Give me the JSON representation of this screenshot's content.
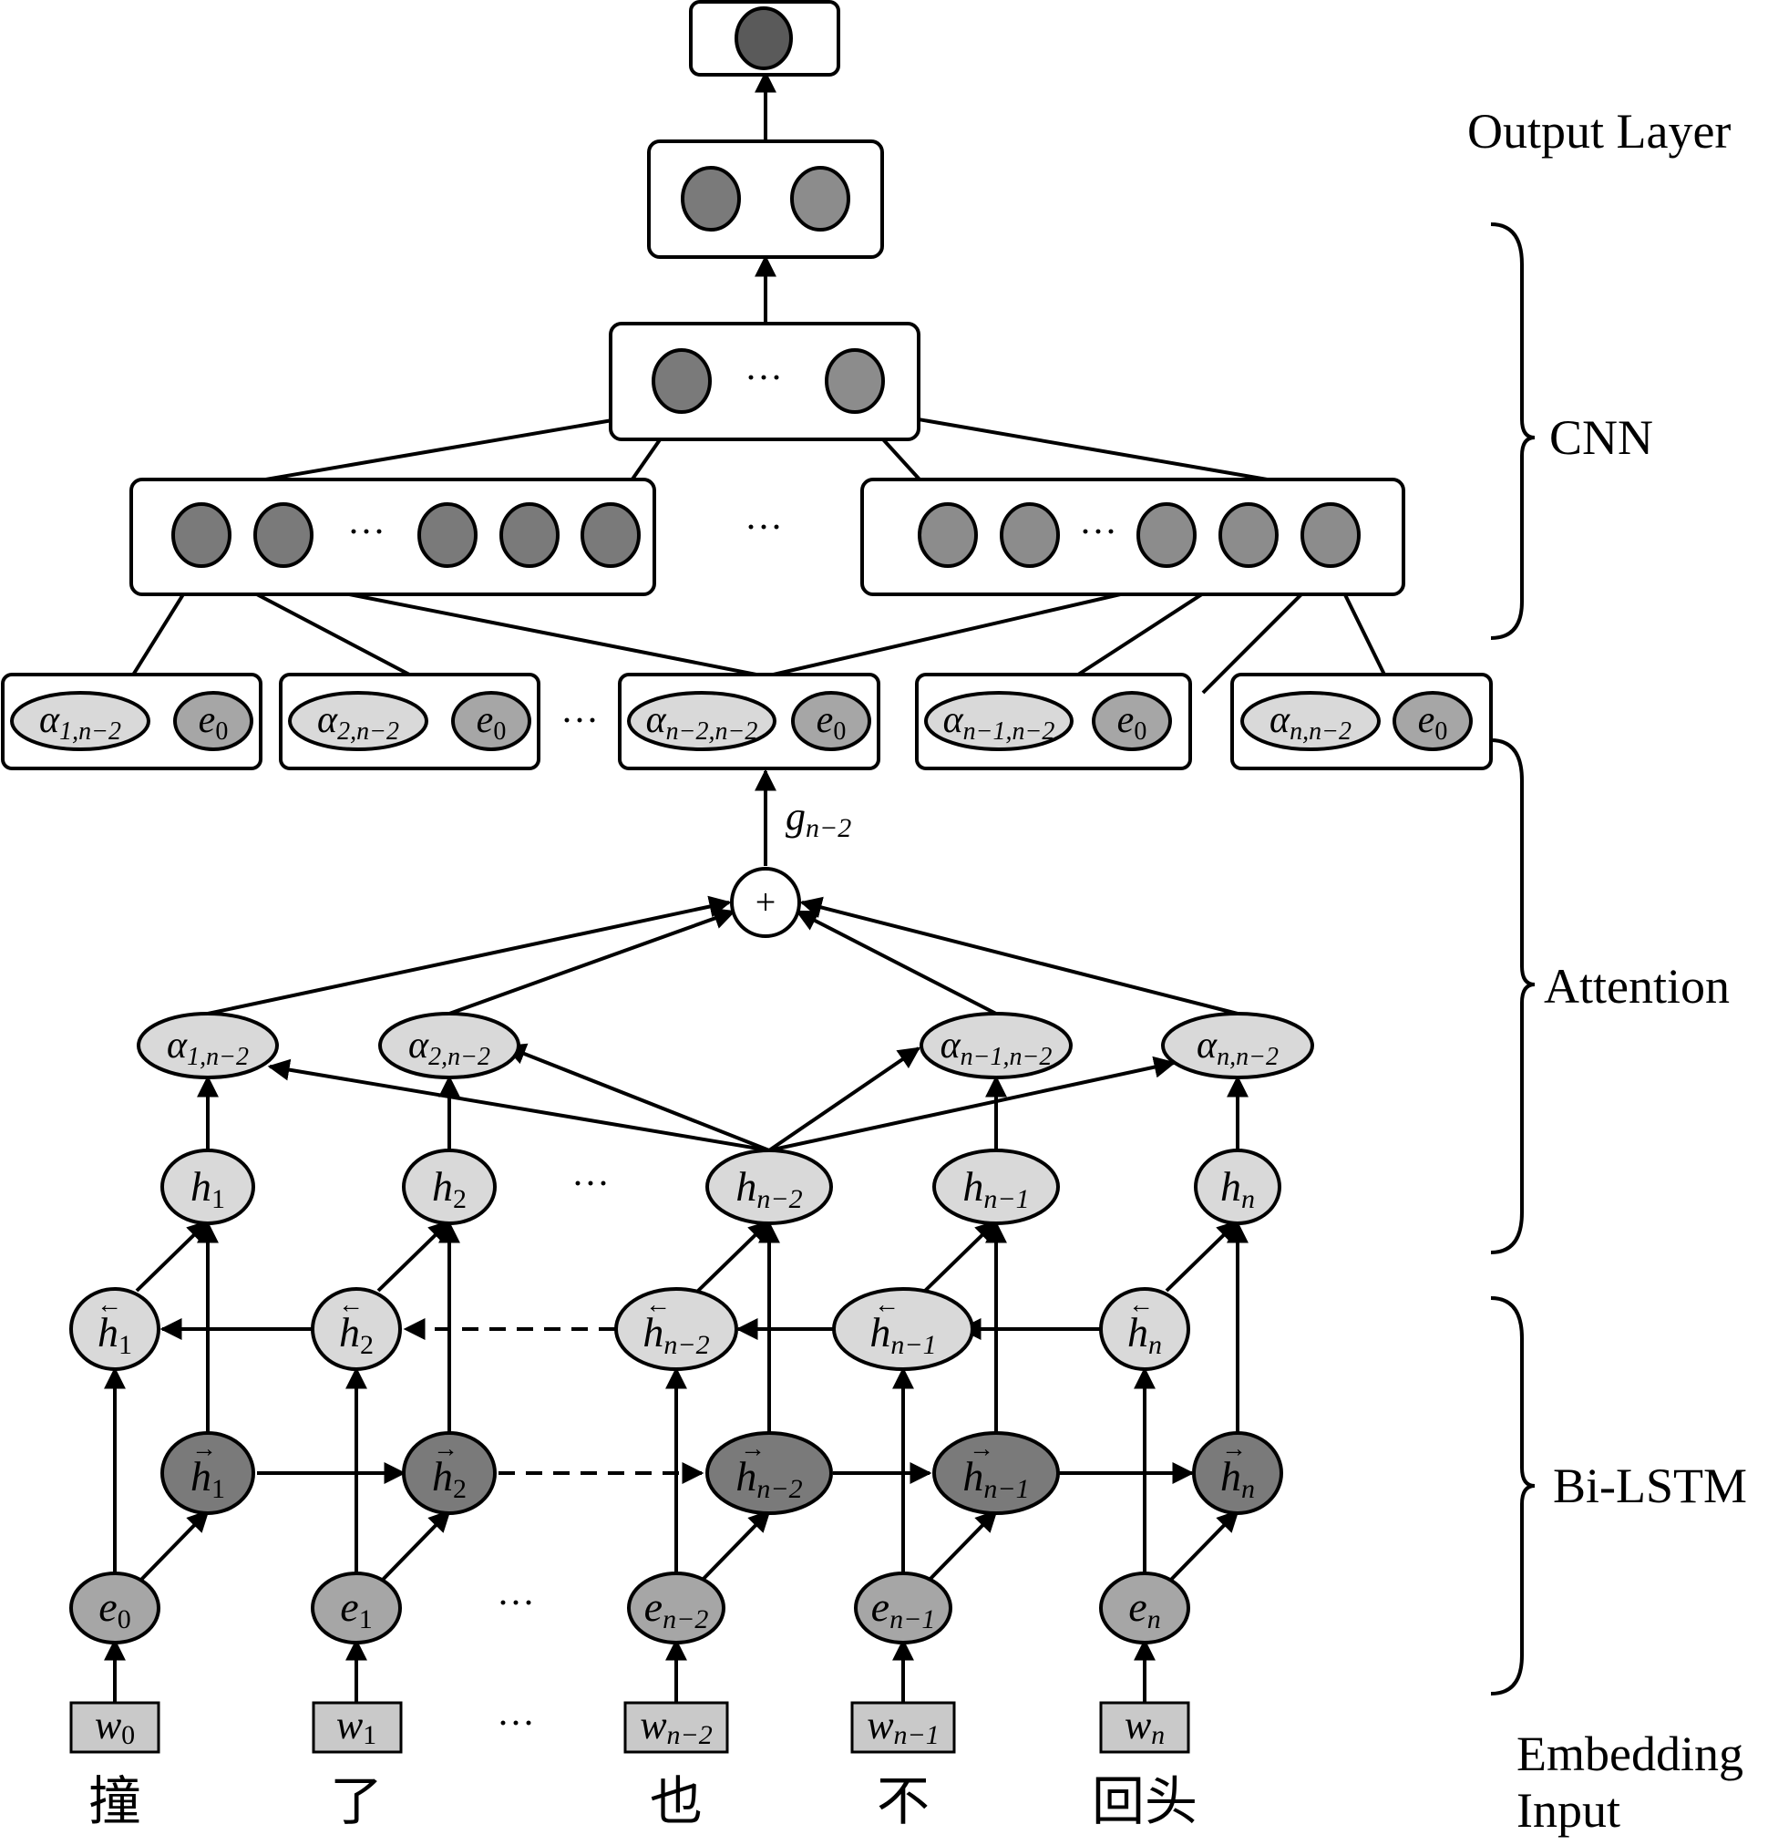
{
  "labels": {
    "output_layer": "Output Layer",
    "cnn": "CNN",
    "attention": "Attention",
    "bilstm": "Bi-LSTM",
    "embedding": "Embedding",
    "input": "Input"
  },
  "ellipsis": "···",
  "plus": "+",
  "input_tokens": [
    "撞",
    "了",
    "也",
    "不",
    "回头"
  ],
  "word_boxes": [
    {
      "sym": "w",
      "sub": "0"
    },
    {
      "sym": "w",
      "sub": "1"
    },
    {
      "sym": "w",
      "sub": "n−2"
    },
    {
      "sym": "w",
      "sub": "n−1"
    },
    {
      "sym": "w",
      "sub": "n"
    }
  ],
  "embeddings": [
    {
      "sym": "e",
      "sub": "0"
    },
    {
      "sym": "e",
      "sub": "1"
    },
    {
      "sym": "e",
      "sub": "n−2"
    },
    {
      "sym": "e",
      "sub": "n−1"
    },
    {
      "sym": "e",
      "sub": "n"
    }
  ],
  "forward_states": [
    {
      "sym": "h",
      "sub": "1",
      "arrow": "→"
    },
    {
      "sym": "h",
      "sub": "2",
      "arrow": "→"
    },
    {
      "sym": "h",
      "sub": "n−2",
      "arrow": "→"
    },
    {
      "sym": "h",
      "sub": "n−1",
      "arrow": "→"
    },
    {
      "sym": "h",
      "sub": "n",
      "arrow": "→"
    }
  ],
  "backward_states": [
    {
      "sym": "h",
      "sub": "1",
      "arrow": "←"
    },
    {
      "sym": "h",
      "sub": "2",
      "arrow": "←"
    },
    {
      "sym": "h",
      "sub": "n−2",
      "arrow": "←"
    },
    {
      "sym": "h",
      "sub": "n−1",
      "arrow": "←"
    },
    {
      "sym": "h",
      "sub": "n",
      "arrow": "←"
    }
  ],
  "hidden_states": [
    {
      "sym": "h",
      "sub": "1"
    },
    {
      "sym": "h",
      "sub": "2"
    },
    {
      "sym": "h",
      "sub": "n−2"
    },
    {
      "sym": "h",
      "sub": "n−1"
    },
    {
      "sym": "h",
      "sub": "n"
    }
  ],
  "attention_weights": [
    {
      "sym": "α",
      "sub": "1,n−2"
    },
    {
      "sym": "α",
      "sub": "2,n−2"
    },
    {
      "sym": "α",
      "sub": "n−1,n−2"
    },
    {
      "sym": "α",
      "sub": "n,n−2"
    }
  ],
  "context_vector": {
    "sym": "g",
    "sub": "n−2"
  },
  "cnn_input_pairs": [
    {
      "alpha": {
        "sym": "α",
        "sub": "1,n−2"
      },
      "e": {
        "sym": "e",
        "sub": "0"
      }
    },
    {
      "alpha": {
        "sym": "α",
        "sub": "2,n−2"
      },
      "e": {
        "sym": "e",
        "sub": "0"
      }
    },
    {
      "alpha": {
        "sym": "α",
        "sub": "n−2,n−2"
      },
      "e": {
        "sym": "e",
        "sub": "0"
      }
    },
    {
      "alpha": {
        "sym": "α",
        "sub": "n−1,n−2"
      },
      "e": {
        "sym": "e",
        "sub": "0"
      }
    },
    {
      "alpha": {
        "sym": "α",
        "sub": "n,n−2"
      },
      "e": {
        "sym": "e",
        "sub": "0"
      }
    }
  ],
  "colors": {
    "light_node": "#d9d9d9",
    "mid_node": "#a6a6a6",
    "dark_node": "#7a7a7a",
    "darkest_node": "#5a5a5a",
    "word_box": "#c9c9c9"
  }
}
